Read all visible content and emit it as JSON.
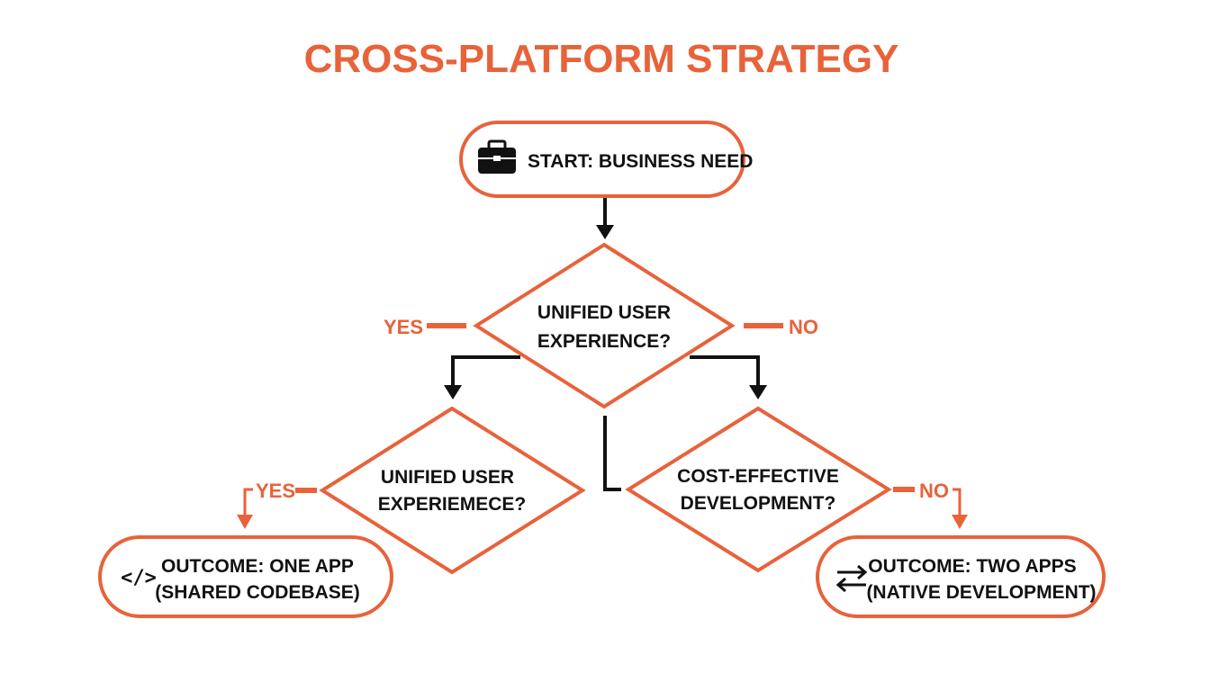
{
  "title": "CROSS-PLATFORM STRATEGY",
  "colors": {
    "accent": "#e8623a",
    "ink": "#111111",
    "background": "#ffffff"
  },
  "nodes": {
    "start": {
      "label": "START: BUSINESS NEED",
      "icon": "briefcase-icon"
    },
    "decision_top": {
      "line1": "UNIFIED USER",
      "line2": "EXPERIENCE?"
    },
    "decision_left": {
      "line1": "UNIFIED USER",
      "line2": "EXPERIEMECE?"
    },
    "decision_right": {
      "line1": "COST-EFFECTIVE",
      "line2": "DEVELOPMENT?"
    },
    "outcome_left": {
      "line1": "OUTCOME: ONE APP",
      "line2": "(SHARED CODEBASE)",
      "icon": "code-icon",
      "icon_glyph": "</>"
    },
    "outcome_right": {
      "line1": "OUTCOME: TWO APPS",
      "line2": "(NATIVE DEVELOPMENT)",
      "icon": "swap-arrows-icon"
    }
  },
  "edge_labels": {
    "top_yes": "YES",
    "top_no": "NO",
    "left_yes": "YES",
    "right_no": "NO"
  }
}
